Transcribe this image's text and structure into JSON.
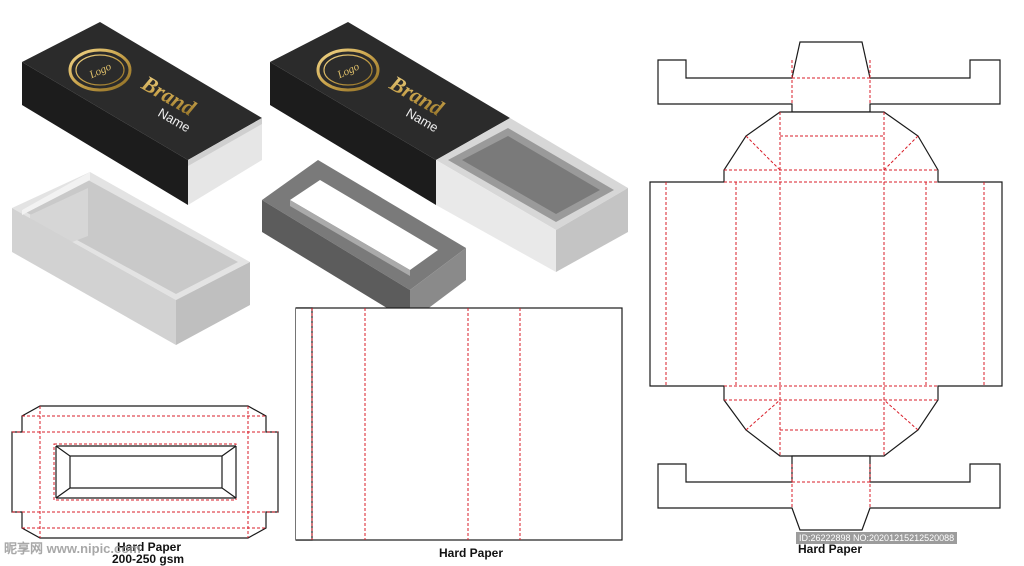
{
  "artwork": {
    "logo_text": "Logo",
    "brand_text": "Brand",
    "name_text": "Name"
  },
  "labels": {
    "left_dieline": "Hard Paper",
    "left_dieline_size": "200-250 gsm",
    "sleeve_dieline": "Hard Paper",
    "tray_dieline": "Hard Paper"
  },
  "watermark": {
    "site": "昵享网 www.nipic.com",
    "image_id": "ID:26222898 NO:20201215212520088"
  },
  "colors": {
    "cut_line": "#1a1a1a",
    "fold_line": "#d91e2a",
    "box_black": "#2a2a2a",
    "gold": "#c8a24a",
    "insert_gray": "#6e6e6e",
    "tray_light": "#d9d9d9"
  }
}
